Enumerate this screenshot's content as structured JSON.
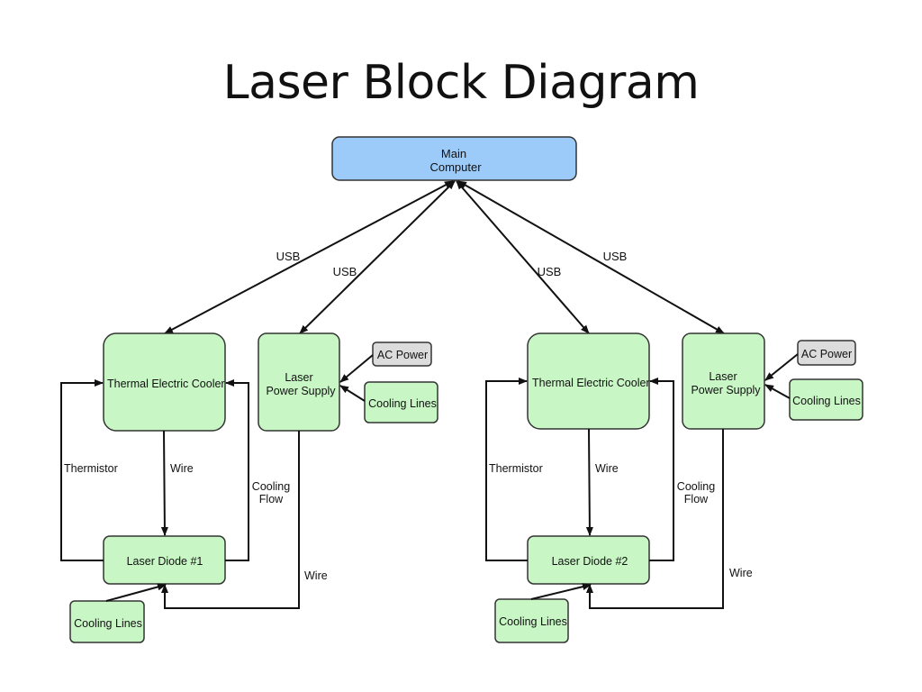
{
  "title": "Laser Block Diagram",
  "main_computer": [
    "Main",
    "Computer"
  ],
  "usb_label": "USB",
  "colors": {
    "computer_fill": "#9ccbfa",
    "component_fill": "#c8f7c5",
    "power_fill": "#dcdcdc",
    "stroke": "#333333"
  },
  "units": [
    {
      "tec_label": "Thermal Electric Cooler",
      "laser_power_supply": [
        "Laser",
        "Power Supply"
      ],
      "ac_power": "AC Power",
      "cooling_lines_ps": "Cooling Lines",
      "thermistor": "Thermistor",
      "wire_tec_diode": "Wire",
      "cooling_flow": [
        "Cooling",
        "Flow"
      ],
      "wire_ps_diode": "Wire",
      "laser_diode": "Laser Diode #1",
      "cooling_lines_diode": "Cooling Lines"
    },
    {
      "tec_label": "Thermal Electric Cooler",
      "laser_power_supply": [
        "Laser",
        "Power Supply"
      ],
      "ac_power": "AC Power",
      "cooling_lines_ps": "Cooling Lines",
      "thermistor": "Thermistor",
      "wire_tec_diode": "Wire",
      "cooling_flow": [
        "Cooling",
        "Flow"
      ],
      "wire_ps_diode": "Wire",
      "laser_diode": "Laser Diode #2",
      "cooling_lines_diode": "Cooling Lines"
    }
  ]
}
